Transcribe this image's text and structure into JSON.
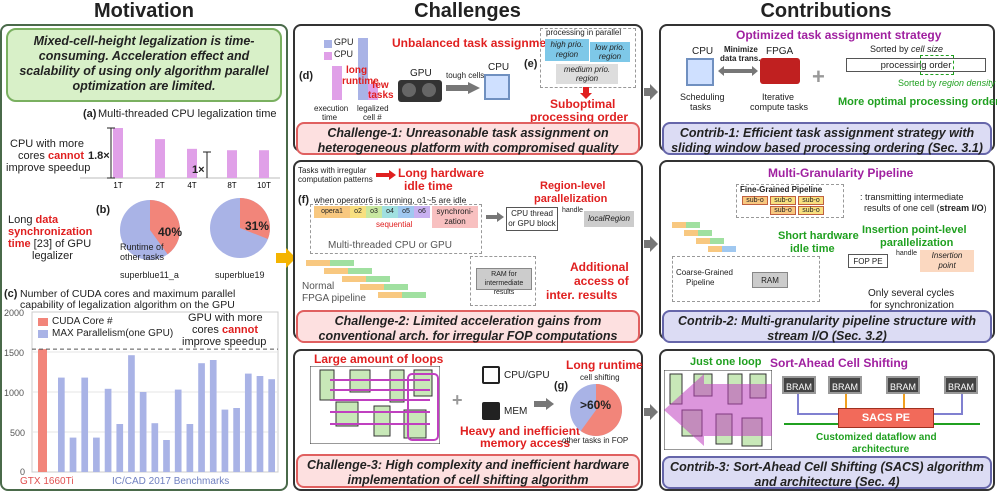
{
  "titles": {
    "motivation": "Motivation",
    "challenges": "Challenges",
    "contributions": "Contributions"
  },
  "motivation": {
    "banner": "Mixed-cell-height legalization is time-consuming. Acceleration effect and scalability of using only algorithm parallel optimization are limited.",
    "a_label": "(a)",
    "a_title": "Multi-threaded CPU legalization time",
    "a_ticks": [
      "1T",
      "2T",
      "4T",
      "8T",
      "10T"
    ],
    "a_factor1": "1.8×",
    "a_factor2": "1×",
    "a_note1": "CPU with more",
    "a_note2a": "cores ",
    "a_note2b": "cannot",
    "a_note3": "improve speedup",
    "b_label": "(b)",
    "b_long1": "Long ",
    "b_long2": "data",
    "b_long3": "synchronization",
    "b_long4": "time",
    "b_long5": " [23] of GPU",
    "b_long6": "legalizer",
    "b_pie1_pct": "40%",
    "b_pie2_pct": "31%",
    "b_runtime": "Runtime of",
    "b_other": "other tasks",
    "b_bench1": "superblue11_a",
    "b_bench2": "superblue19",
    "c_label": "(c)",
    "c_title1": "Number of CUDA cores and maximum parallel",
    "c_title2": "capability of legalization algorithm on the GPU",
    "c_legend1": "CUDA Core #",
    "c_legend2": "MAX Parallelism(one GPU)",
    "c_note1": "GPU with more",
    "c_note2a": "cores ",
    "c_note2b": "cannot",
    "c_note3": "improve speedup",
    "c_xlabel1": "GTX 1660Ti",
    "c_xlabel2": "IC/CAD 2017 Benchmarks",
    "c_yticks": [
      "2000",
      "1500",
      "1000",
      "500",
      "0"
    ]
  },
  "chart_data": [
    {
      "type": "bar",
      "title": "Multi-threaded CPU legalization time",
      "categories": [
        "1T",
        "2T",
        "4T",
        "8T",
        "10T"
      ],
      "values": [
        1.8,
        1.4,
        1.05,
        1.0,
        1.0
      ]
    },
    {
      "type": "pie",
      "title": "superblue11_a",
      "values": [
        40,
        60
      ]
    },
    {
      "type": "pie",
      "title": "superblue19",
      "values": [
        31,
        69
      ]
    },
    {
      "type": "bar",
      "title": "Number of CUDA cores and maximum parallel capability of legalization algorithm on the GPU",
      "ylim": [
        0,
        2000
      ],
      "series": [
        {
          "name": "CUDA Core #",
          "values": [
            1536
          ]
        },
        {
          "name": "MAX Parallelism(one GPU)",
          "values": [
            1180,
            430,
            1180,
            430,
            1040,
            600,
            1460,
            1000,
            610,
            400,
            1030,
            600,
            1360,
            1400,
            780,
            800,
            1230,
            1200,
            1160
          ]
        }
      ],
      "ref_line": 1536
    }
  ],
  "challenges": {
    "c1": {
      "d_label": "(d)",
      "gpu": "GPU",
      "cpu": "CPU",
      "long1": "long",
      "long2": "runtime",
      "few1": "few",
      "few2": "tasks",
      "x1a": "execution",
      "x1b": "time",
      "x2a": "legalized",
      "x2b": "cell #",
      "title": "Unbalanced task assignment",
      "gpu_label": "GPU",
      "tough": "tough cells",
      "cpu_label": "CPU",
      "e_label": "(e)",
      "proc_parallel": "processing in parallel",
      "high1": "high prio.",
      "high2": "region",
      "low1": "low prio.",
      "low2": "region",
      "med1": "medium prio.",
      "med2": "region",
      "sub1": "Suboptimal",
      "sub2": "processing order",
      "caption": "Challenge-1: Unreasonable task assignment on heterogeneous platform with compromised quality"
    },
    "c2": {
      "tasks1": "Tasks with irregular",
      "tasks2": "computation patterns",
      "long": "Long hardware",
      "idle": "idle time",
      "f_label": "(f)",
      "when": "when operator6 is running, o1~5 are idle",
      "ops": [
        "opera1",
        "o2",
        "o3",
        "o4",
        "o5",
        "o6"
      ],
      "seq": "sequential",
      "sync1": "synchroni-",
      "sync2": "zation",
      "multi": "Multi-threaded CPU or GPU",
      "region1": "Region-level",
      "region2": "parallelization",
      "cpu_thread1": "CPU thread",
      "cpu_thread2": "or GPU block",
      "handle": "handle",
      "local": "localRegion",
      "normal1": "Normal",
      "normal2": "FPGA pipeline",
      "ram1": "RAM for",
      "ram2": "intermediate results",
      "add1": "Additional",
      "add2": "access of",
      "add3": "inter. results",
      "caption": "Challenge-2: Limited acceleration gains from conventional arch. for irregular FOP computations"
    },
    "c3": {
      "loops": "Large amount of loops",
      "cpugpu": "CPU/GPU",
      "mem": "MEM",
      "heavy1": "Heavy and inefficient",
      "heavy2": "memory access",
      "long": "Long runtime",
      "g_label": "(g)",
      "shift": "cell shifting",
      "pct": ">60%",
      "other": "other tasks in FOP",
      "caption": "Challenge-3: High complexity and inefficient hardware implementation of cell shifting algorithm"
    }
  },
  "contributions": {
    "k1": {
      "title": "Optimized task assignment strategy",
      "cpu": "CPU",
      "minimize1": "Minimize",
      "minimize2": "data trans.",
      "fpga": "FPGA",
      "sched1": "Scheduling",
      "sched2": "tasks",
      "iter1": "Iterative",
      "iter2": "compute tasks",
      "sorted1": "Sorted by ",
      "sorted1b": "cell size",
      "order": "processing order",
      "sorted2": "Sorted by ",
      "sorted2b": "region density",
      "more": "More optimal processing order",
      "caption": "Contrib-1: Efficient task assignment strategy with sliding window based processing ordering (Sec. 3.1)"
    },
    "k2": {
      "title": "Multi-Granularity Pipeline",
      "fine": "Fine-Grained Pipeline",
      "sub": "sub-o",
      "trans1": ": transmitting intermediate",
      "trans2a": "results of one cell (",
      "trans2b": "stream I/O",
      "trans2c": ")",
      "short1": "Short hardware",
      "short2": "idle time",
      "coarse1": "Coarse-Grained",
      "coarse2": "Pipeline",
      "ram": "RAM",
      "ins1": "Insertion point-level",
      "ins2": "parallelization",
      "fop": "FOP PE",
      "handle": "handle",
      "ip1": "Insertion",
      "ip2": "point",
      "only1": "Only several cycles",
      "only2": "for synchronization",
      "caption": "Contrib-2: Multi-granularity pipeline structure with stream I/O (Sec. 3.2)"
    },
    "k3": {
      "just": "Just one loop",
      "title": "Sort-Ahead Cell Shifting",
      "bram": "BRAM",
      "pe": "SACS PE",
      "custom1": "Customized dataflow and",
      "custom2": "architecture",
      "caption": "Contrib-3: Sort-Ahead Cell Shifting (SACS) algorithm and architecture (Sec. 4)"
    }
  }
}
